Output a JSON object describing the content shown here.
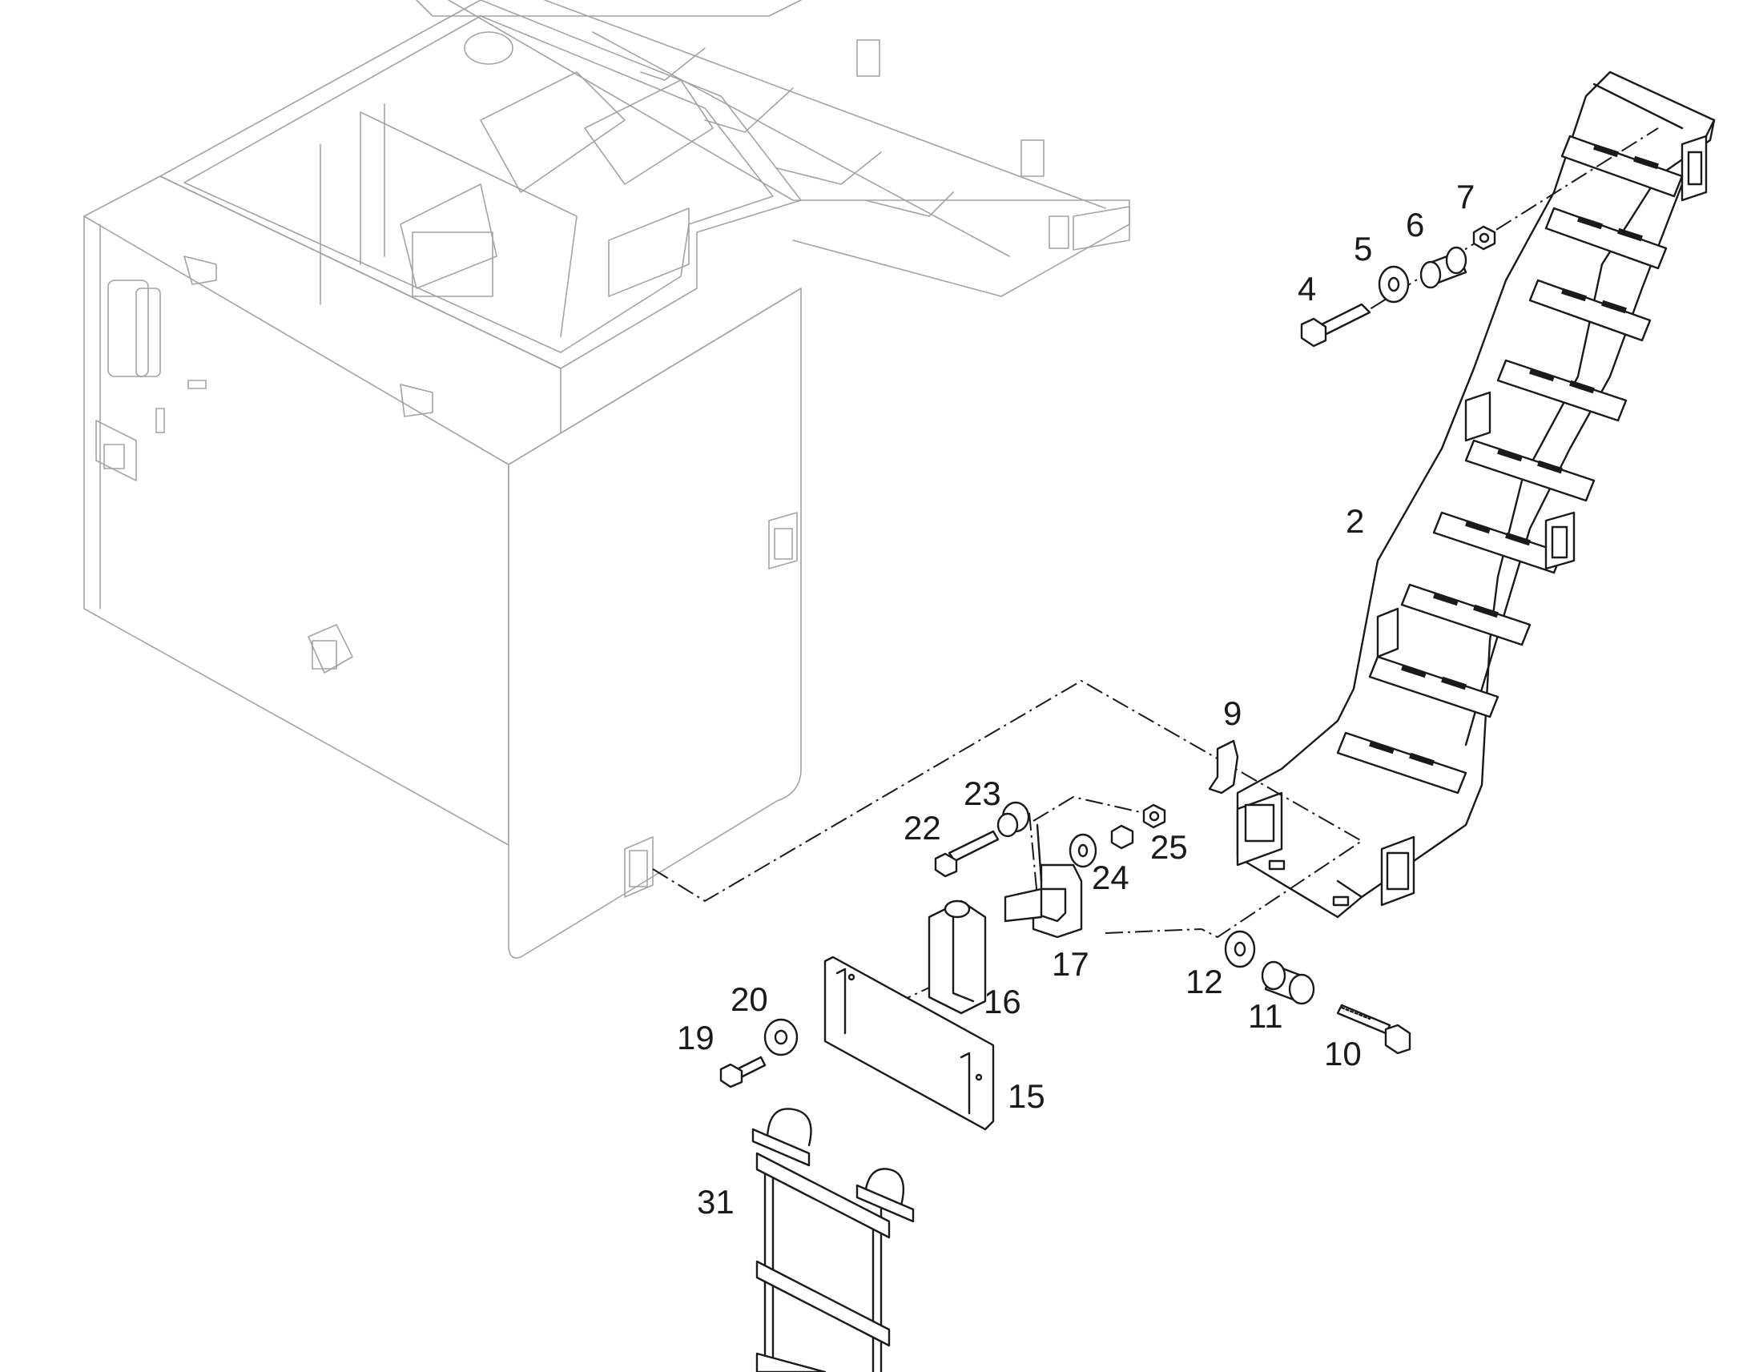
{
  "colors": {
    "background": "#ffffff",
    "context_line": "#a3a3a3",
    "part_line": "#1a1a1a"
  },
  "callouts": {
    "c2": "2",
    "c4": "4",
    "c5": "5",
    "c6": "6",
    "c7": "7",
    "c9": "9",
    "c10": "10",
    "c11": "11",
    "c12": "12",
    "c15": "15",
    "c16": "16",
    "c17": "17",
    "c19": "19",
    "c20": "20",
    "c22": "22",
    "c23": "23",
    "c24": "24",
    "c25": "25",
    "c31": "31"
  }
}
